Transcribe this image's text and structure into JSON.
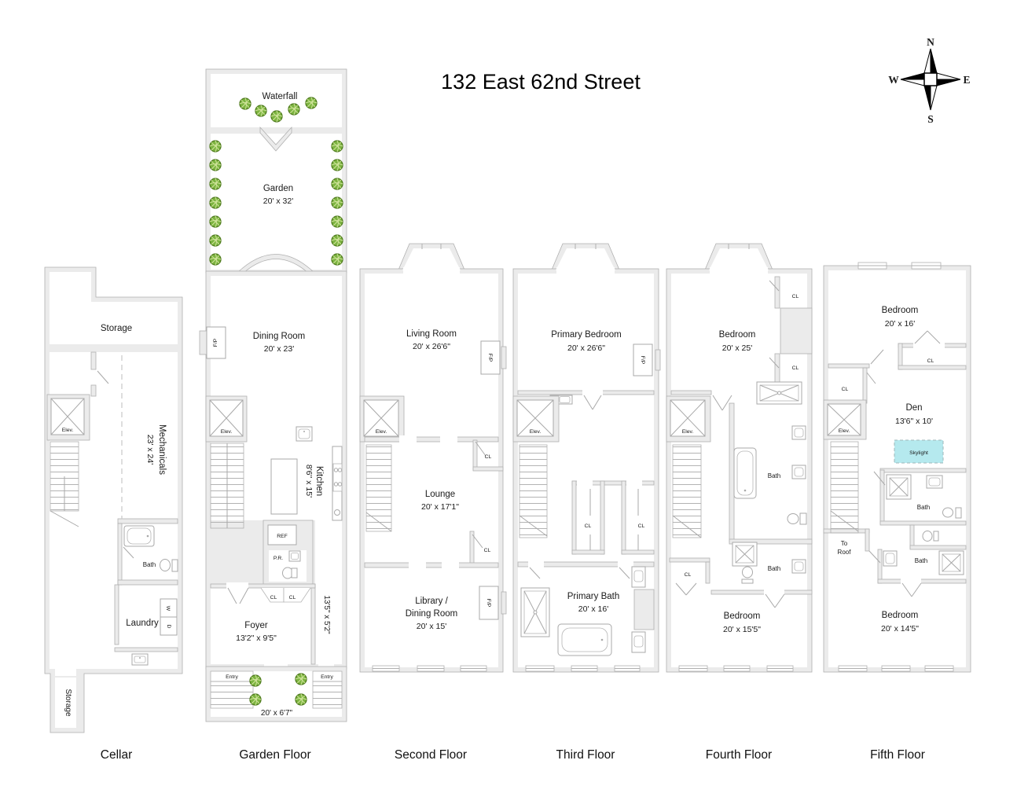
{
  "title": "132 East 62nd Street",
  "compass": {
    "n": "N",
    "e": "E",
    "s": "S",
    "w": "W"
  },
  "floors": {
    "cellar": {
      "label": "Cellar",
      "storage_top": "Storage",
      "mechanicals_name": "Mechanicals",
      "mechanicals_dims": "23' x 24'",
      "elev": "Elev.",
      "bath": "Bath",
      "laundry": "Laundry",
      "washer": "W",
      "dryer": "D",
      "storage_bottom": "Storage"
    },
    "garden": {
      "label": "Garden Floor",
      "waterfall": "Waterfall",
      "garden_name": "Garden",
      "garden_dims": "20' x 32'",
      "dining_name": "Dining Room",
      "dining_dims": "20' x 23'",
      "fp": "F/P",
      "elev": "Elev.",
      "kitchen_name": "Kitchen",
      "kitchen_dims": "8'6\" x 15'",
      "ref": "REF",
      "pr": "P.R.",
      "cl1": "CL",
      "cl2": "CL",
      "hall_dims": "13'5\" x 5'2\"",
      "foyer_name": "Foyer",
      "foyer_dims": "13'2\" x 9'5\"",
      "entry_left": "Entry",
      "entry_right": "Entry",
      "stoop_dims": "20' x 6'7\""
    },
    "second": {
      "label": "Second Floor",
      "living_name": "Living Room",
      "living_dims": "20' x 26'6\"",
      "fp1": "F/P",
      "elev": "Elev.",
      "cl1": "CL",
      "lounge_name": "Lounge",
      "lounge_dims": "20' x 17'1\"",
      "cl2": "CL",
      "library_line1": "Library /",
      "library_line2": "Dining Room",
      "library_dims": "20' x 15'",
      "fp2": "F/P"
    },
    "third": {
      "label": "Third Floor",
      "bedroom_name": "Primary Bedroom",
      "bedroom_dims": "20' x 26'6\"",
      "fp": "F/P",
      "elev": "Elev.",
      "cl1": "CL",
      "cl2": "CL",
      "bath_name": "Primary Bath",
      "bath_dims": "20' x 16'"
    },
    "fourth": {
      "label": "Fourth Floor",
      "bedroom1_name": "Bedroom",
      "bedroom1_dims": "20' x 25'",
      "cl1": "CL",
      "cl2": "CL",
      "elev": "Elev.",
      "bath1": "Bath",
      "bath2": "Bath",
      "cl3": "CL",
      "bedroom2_name": "Bedroom",
      "bedroom2_dims": "20' x 15'5\""
    },
    "fifth": {
      "label": "Fifth Floor",
      "bedroom1_name": "Bedroom",
      "bedroom1_dims": "20' x 16'",
      "cl_mid": "CL",
      "cl_left": "CL",
      "elev": "Elev.",
      "den_name": "Den",
      "den_dims": "13'6\" x 10'",
      "skylight": "Skylight",
      "bath1": "Bath",
      "to_roof_line1": "To",
      "to_roof_line2": "Roof",
      "bath2": "Bath",
      "bedroom2_name": "Bedroom",
      "bedroom2_dims": "20' x 14'5\""
    }
  }
}
